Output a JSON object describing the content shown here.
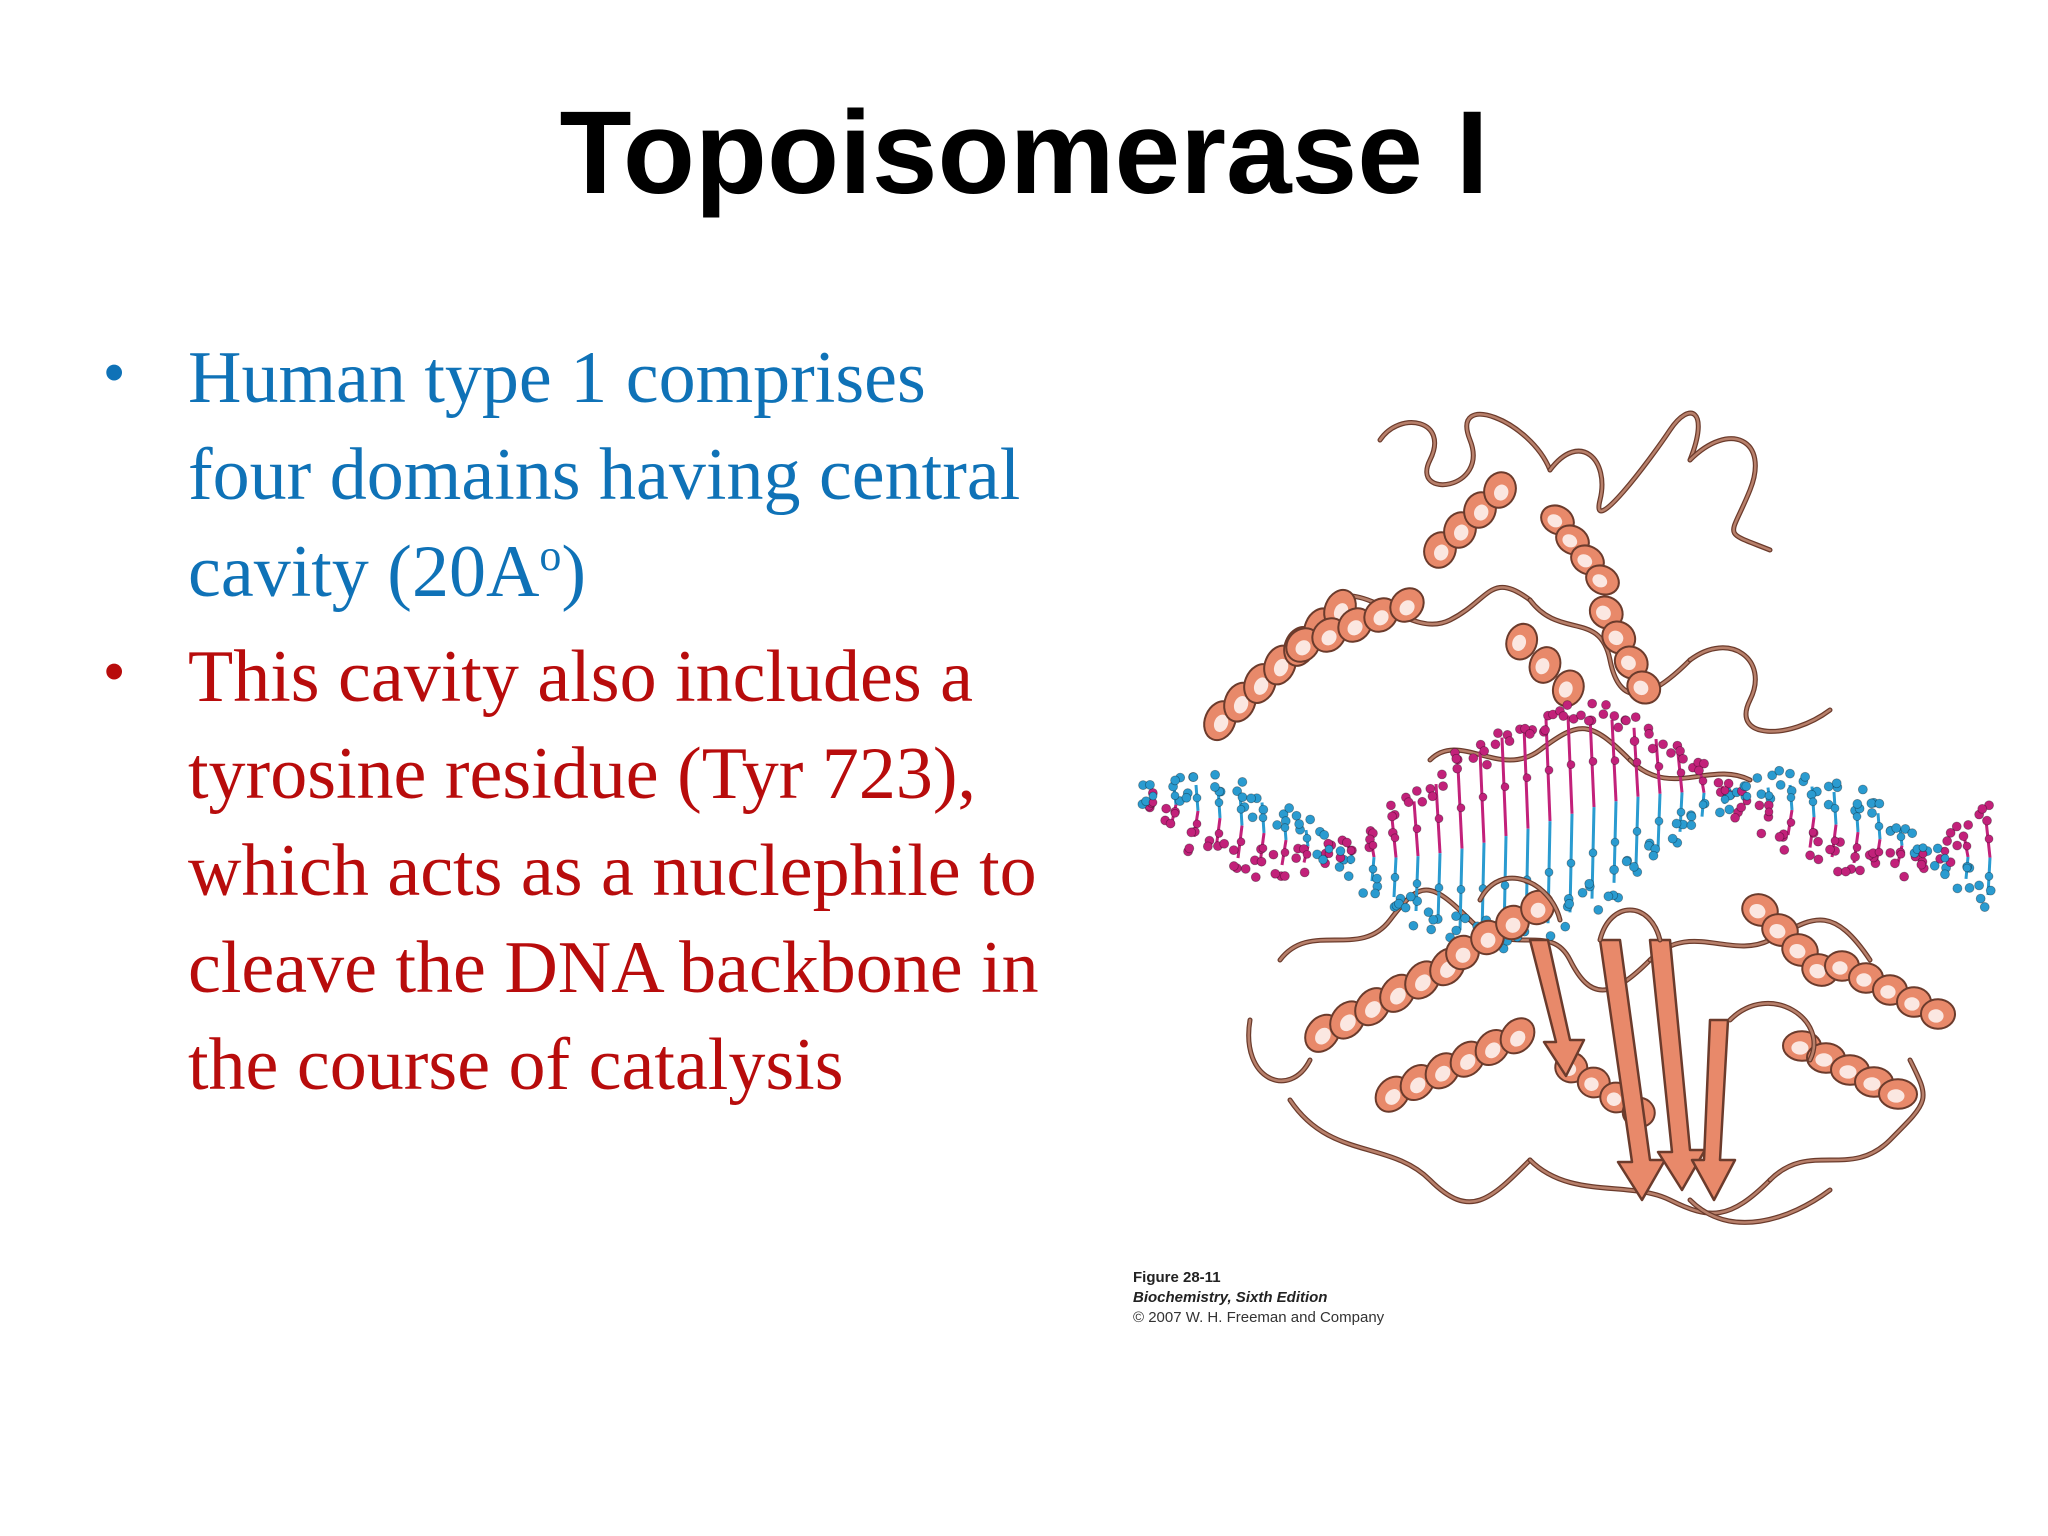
{
  "slide": {
    "title": "Topoisomerase I"
  },
  "bullets": [
    {
      "marker": "•",
      "color": "#0f72b7",
      "lines": [
        "Human type 1 comprises",
        "four domains having central",
        "cavity (20A"
      ],
      "sup": "o",
      "tail": ")"
    },
    {
      "marker": "•",
      "color": "#b80c0c",
      "lines": [
        "This cavity also includes  a",
        "tyrosine residue (Tyr 723),",
        "which acts as a nuclephile to",
        "cleave the DNA backbone in",
        "the course of catalysis"
      ]
    }
  ],
  "figure": {
    "colors": {
      "protein_ribbon": "#e8896a",
      "protein_outline": "#6b3b2c",
      "dna_strand_a": "#c2217a",
      "dna_strand_b": "#2a9bd0"
    },
    "caption": {
      "figure_number": "Figure 28-11",
      "book": "Biochemistry, Sixth Edition",
      "copyright": "© 2007 W. H. Freeman and Company"
    }
  }
}
